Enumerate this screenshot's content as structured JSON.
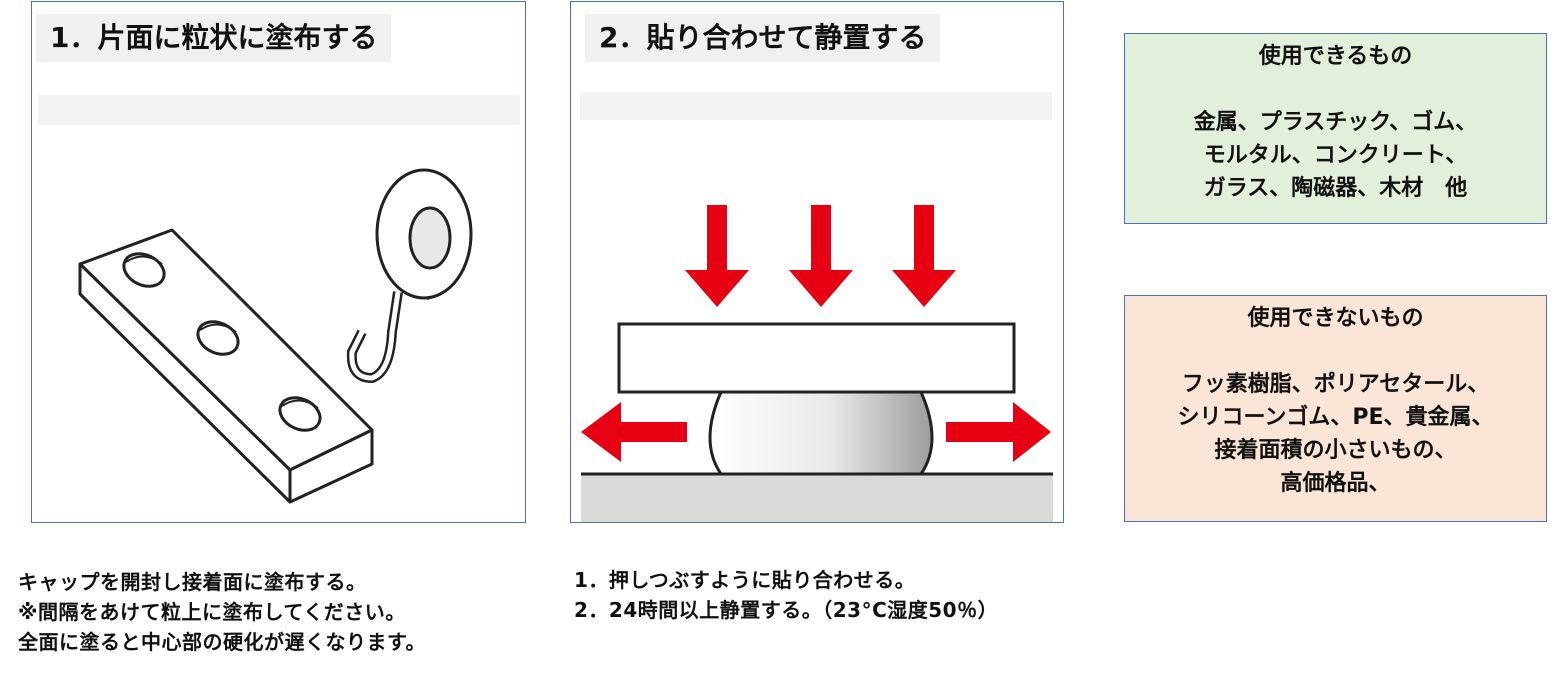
{
  "steps": [
    {
      "title": "1．片面に粒状に塗布する"
    },
    {
      "title": "2．貼り合わせて静置する"
    }
  ],
  "captions": {
    "step1": [
      "キャップを開封し接着面に塗布する。",
      "※間隔をあけて粒上に塗布してください。",
      "全面に塗ると中心部の硬化が遅くなります。"
    ],
    "step2": [
      "1．押しつぶすように貼り合わせる。",
      "2．24時間以上静置する。（23°C湿度50％）"
    ]
  },
  "usable": {
    "heading": "使用できるもの",
    "lines": [
      "金属、プラスチック、ゴム、",
      "モルタル、コンクリート、",
      "ガラス、陶磁器、木材　他"
    ],
    "background": "#e2efda"
  },
  "unusable": {
    "heading": "使用できないもの",
    "lines": [
      "フッ素樹脂、ポリアセタール、",
      "シリコーンゴム、PE、貴金属、",
      "接着面積の小さいもの、",
      "高価格品、"
    ],
    "background": "#fbe5d6"
  },
  "icons": [
    "adhesive-bar-illustration",
    "hook-illustration",
    "down-arrow-icon",
    "left-arrow-icon",
    "right-arrow-icon"
  ],
  "colors": {
    "arrow": "#e60012",
    "border": "#4a72c0"
  }
}
